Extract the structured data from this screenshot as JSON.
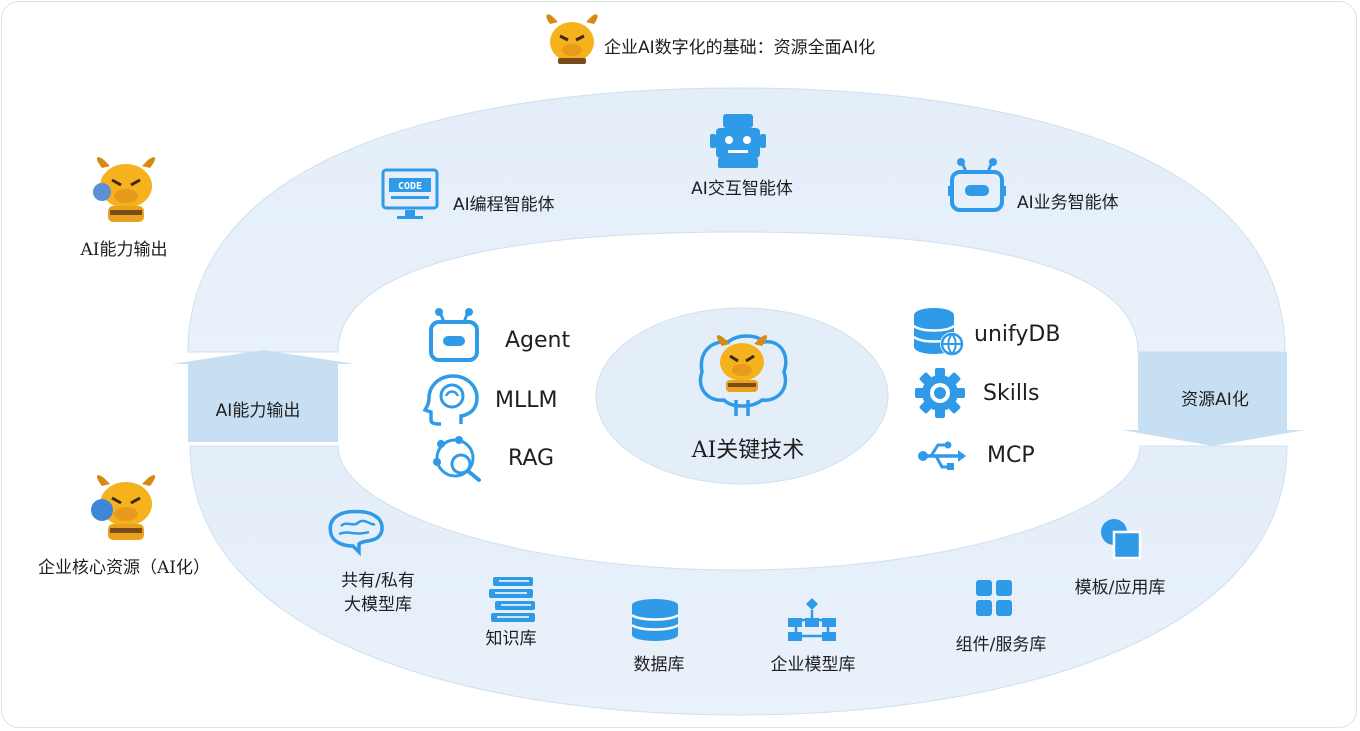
{
  "title": "企业AI数字化的基础：资源全面AI化",
  "left_labels": {
    "top": "AI能力输出",
    "bottom": "企业核心资源（AI化）"
  },
  "arrows": {
    "up_label": "AI能力输出",
    "down_label": "资源AI化"
  },
  "outer_top_items": [
    {
      "label": "AI编程智能体",
      "icon": "code-monitor-icon"
    },
    {
      "label": "AI交互智能体",
      "icon": "robot-icon"
    },
    {
      "label": "AI业务智能体",
      "icon": "robot-antenna-icon"
    }
  ],
  "inner_left_items": [
    {
      "label": "Agent",
      "icon": "agent-robot-icon"
    },
    {
      "label": "MLLM",
      "icon": "head-brain-icon"
    },
    {
      "label": "RAG",
      "icon": "search-network-icon"
    }
  ],
  "inner_right_items": [
    {
      "label": "unifyDB",
      "icon": "database-globe-icon"
    },
    {
      "label": "Skills",
      "icon": "gear-icon"
    },
    {
      "label": "MCP",
      "icon": "usb-icon"
    }
  ],
  "center": {
    "label": "AI关键技术",
    "icon": "mascot-brain-icon"
  },
  "outer_bottom_items": [
    {
      "label_line1": "共有/私有",
      "label_line2": "大模型库",
      "icon": "brain-icon"
    },
    {
      "label": "知识库",
      "icon": "books-icon"
    },
    {
      "label": "数据库",
      "icon": "database-icon"
    },
    {
      "label": "企业模型库",
      "icon": "flowchart-icon"
    },
    {
      "label": "组件/服务库",
      "icon": "grid-blocks-icon"
    },
    {
      "label": "模板/应用库",
      "icon": "shapes-icon"
    }
  ],
  "colors": {
    "ring": "#e2edf8",
    "ring_stroke": "#c9ddf0",
    "arrow": "#c3dcf0",
    "icon": "#2f9be8",
    "mascot": "#f5b21d"
  }
}
